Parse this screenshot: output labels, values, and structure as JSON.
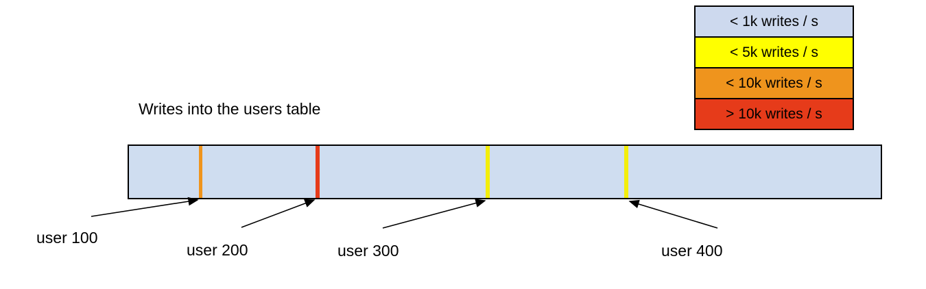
{
  "diagram": {
    "title": "Writes into the users table",
    "legend": {
      "items": [
        {
          "label": "< 1k writes / s",
          "color": "#cdd9ee"
        },
        {
          "label": "< 5k writes / s",
          "color": "#ffff00"
        },
        {
          "label": "< 10k writes / s",
          "color": "#ef941d"
        },
        {
          "label": "> 10k writes / s",
          "color": "#e63b1a"
        }
      ]
    },
    "table_bar": {
      "fill": "#cfddf0",
      "border": "#000000"
    },
    "markers": [
      {
        "user": "user 100",
        "rate": "< 10k writes / s",
        "color": "#ef941d"
      },
      {
        "user": "user 200",
        "rate": "> 10k writes / s",
        "color": "#e63b1a"
      },
      {
        "user": "user 300",
        "rate": "< 5k writes / s",
        "color": "#f3ee0c"
      },
      {
        "user": "user 400",
        "rate": "< 5k writes / s",
        "color": "#f3ee0c"
      }
    ]
  }
}
